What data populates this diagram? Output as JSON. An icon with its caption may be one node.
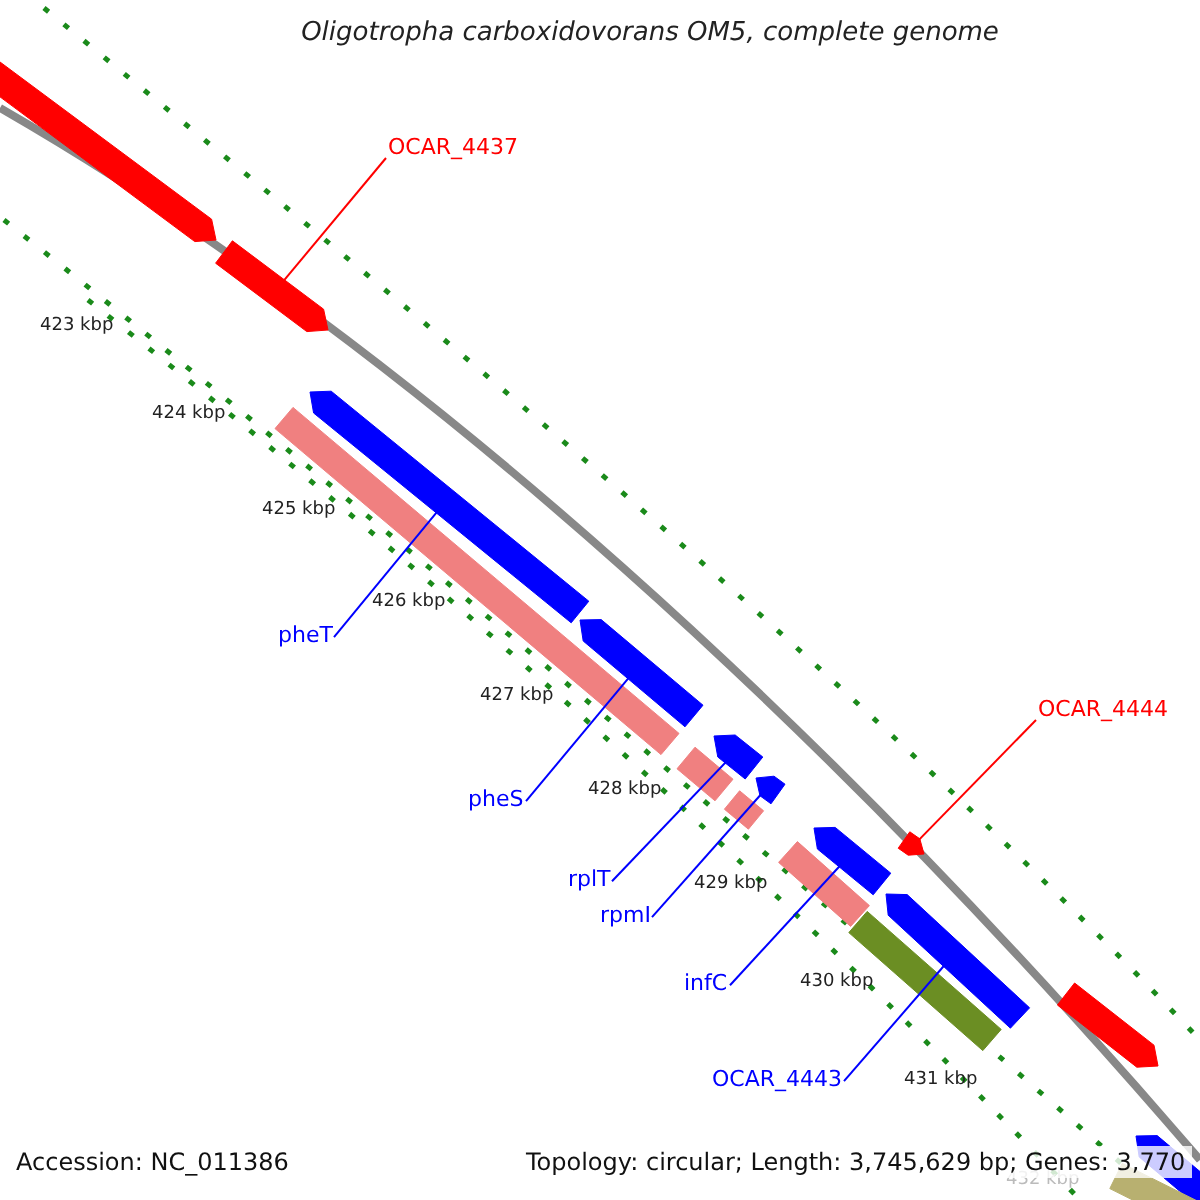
{
  "diagram": {
    "title": "Oligotropha carboxidovorans OM5, complete genome",
    "nodes": [
      {
        "text": [
          "OCAR_4437"
        ]
      },
      {
        "text": [],
        "shape": "arrow"
      },
      {
        "text": [],
        "shape": "arrow"
      },
      {
        "text": [],
        "shape": "arrow"
      },
      {
        "text": [],
        "shape": "bar"
      },
      {
        "text": [
          "pheT"
        ]
      },
      {
        "text": [],
        "shape": "arrow"
      },
      {
        "text": [
          "OCAR_4444"
        ]
      },
      {
        "text": [],
        "shape": "arrow"
      },
      {
        "text": [],
        "shape": "arrow"
      },
      {
        "text": [
          "pheS"
        ]
      },
      {
        "text": [],
        "shape": "bar"
      },
      {
        "text": [],
        "shape": "arrow"
      },
      {
        "text": [],
        "shape": "bar"
      },
      {
        "text": [
          "rplT"
        ]
      },
      {
        "text": [
          "rpmI"
        ]
      },
      {
        "text": [],
        "shape": "bar"
      },
      {
        "text": [],
        "shape": "arrow"
      },
      {
        "text": [
          "infC"
        ]
      },
      {
        "text": [],
        "shape": "bar"
      },
      {
        "text": [],
        "shape": "arrow"
      },
      {
        "text": [],
        "shape": "arrow"
      },
      {
        "text": [
          "OCAR_4443"
        ]
      },
      {
        "text": [],
        "shape": "arrow"
      },
      {
        "text": [],
        "shape": "bar"
      }
    ],
    "edges": [
      {
        "from": 0,
        "to": 2,
        "arrow": "none",
        "color": "#ff0000"
      },
      {
        "from": 5,
        "to": 3,
        "arrow": "none"
      },
      {
        "from": 7,
        "to": 9,
        "arrow": "none",
        "color": "#ff0000"
      },
      {
        "from": 10,
        "to": 6,
        "arrow": "none"
      },
      {
        "from": 14,
        "to": 8,
        "arrow": "none"
      },
      {
        "from": 15,
        "to": 12,
        "arrow": "none"
      },
      {
        "from": 18,
        "to": 17,
        "arrow": "none"
      },
      {
        "from": 22,
        "to": 20,
        "arrow": "none"
      }
    ],
    "labels": [
      "423 kbp",
      "424 kbp",
      "425 kbp",
      "426 kbp",
      "427 kbp",
      "428 kbp",
      "429 kbp",
      "430 kbp",
      "431 kbp",
      "432 kbp",
      "Accession: NC_011386",
      "Topology: circular; Length: 3,745,629 bp; Genes: 3,770"
    ]
  }
}
